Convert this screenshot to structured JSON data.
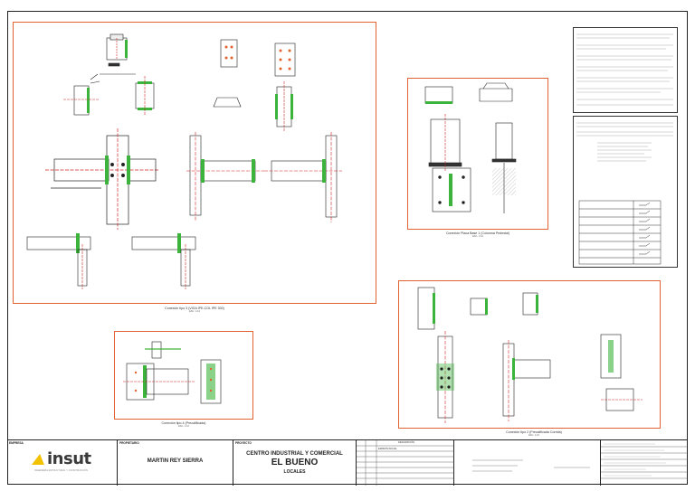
{
  "captions": {
    "tipo3": {
      "title": "Conexión tipo 3 (VIGA IPE-COL IPE 300)",
      "scale": "ESC. 1:10"
    },
    "placa_base": {
      "title": "Conexión Placa Base 1 (Columna Pedestal)",
      "scale": "ESC. 1:10"
    },
    "tipo4": {
      "title": "Conexión tipo 4 (Precalificada)",
      "scale": "ESC. 1:10"
    },
    "tipo2": {
      "title": "Conexión tipo 2 (Precalificada Corrida)",
      "scale": "ESC. 1:10"
    }
  },
  "title_block": {
    "company_header": "EMPRESA",
    "logo_text": "insut",
    "logo_tagline": "INGENIERÍA ESTRUCTURAL Y CONSTRUCCIÓN",
    "owner_header": "PROPIETARIO",
    "owner": "MARTIN REY SIERRA",
    "project_header": "PROYECTO",
    "project_line1": "CENTRO INDUSTRIAL Y COMERCIAL",
    "project_line2": "EL BUENO",
    "project_line3": "LOCALES",
    "revision_header": "DESCRIPCIÓN",
    "revision_row1": "EMISIÓN INICIAL"
  },
  "colors": {
    "frame": "#e2632f",
    "weld": "#3cb43c",
    "centerline": "#d02020",
    "line": "#222222",
    "logo_mark": "#f2c200"
  }
}
